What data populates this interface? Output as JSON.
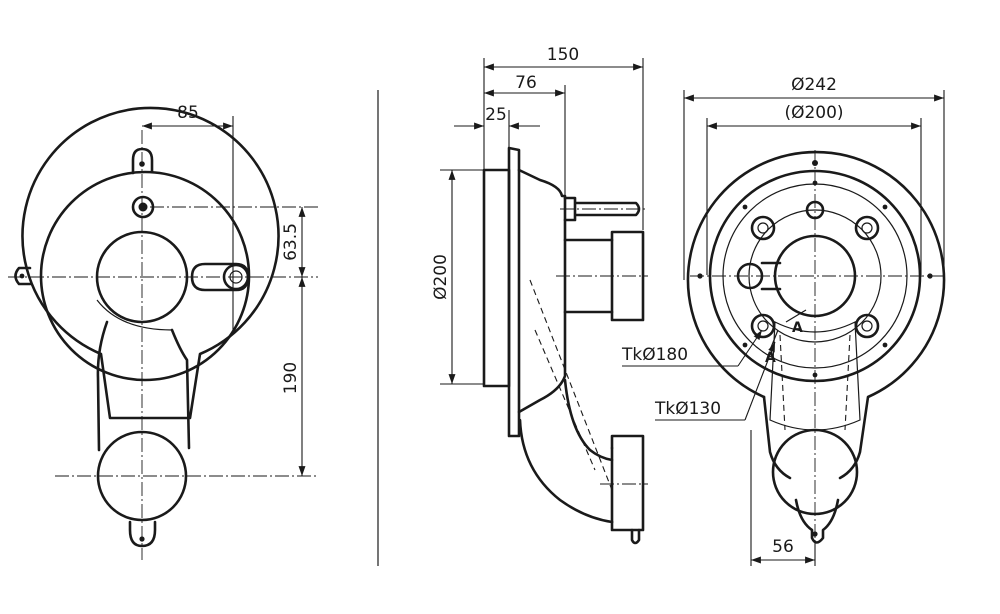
{
  "dimensions": {
    "front_width": "85",
    "front_offset": "63.5",
    "front_height": "190",
    "side_overall": "150",
    "side_mid": "76",
    "side_flange": "25",
    "side_diameter": "Ø200",
    "rear_outer_diameter": "Ø242",
    "rear_inner_diameter": "(Ø200)",
    "rear_bottom_width": "56"
  },
  "callouts": {
    "bolt_circle_180": "TkØ180",
    "bolt_circle_130": "TkØ130",
    "section_mark_1": "A",
    "section_mark_2": "A"
  }
}
